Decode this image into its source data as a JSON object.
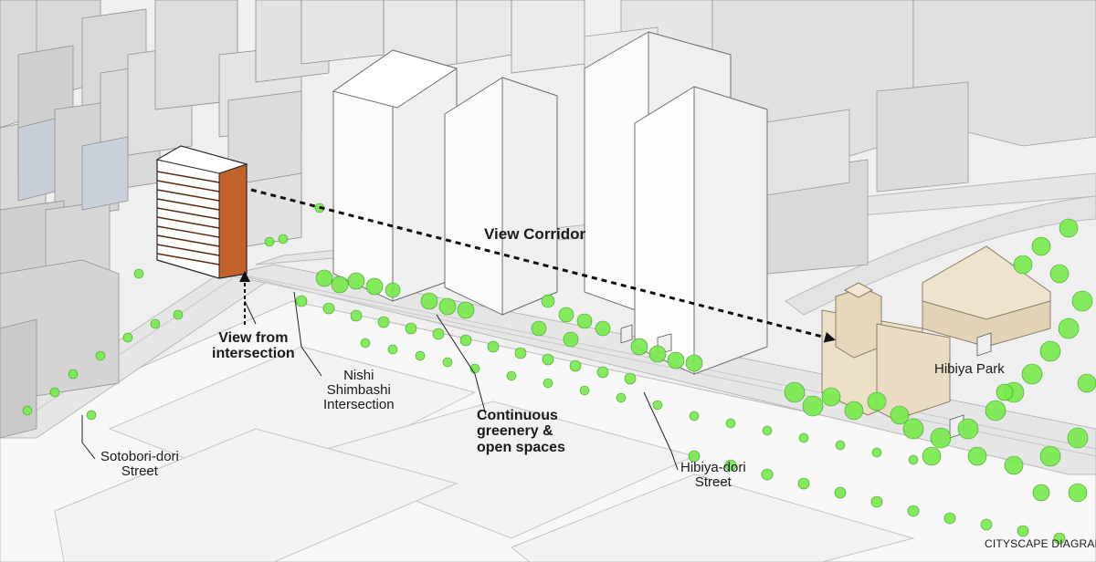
{
  "labels": {
    "view_corridor": "View Corridor",
    "view_from": [
      "View from",
      "intersection"
    ],
    "nishi": [
      "Nishi",
      "Shimbashi",
      "Intersection"
    ],
    "greenery": [
      "Continuous",
      "greenery &",
      "open spaces"
    ],
    "sotobori": [
      "Sotobori-dori",
      "Street"
    ],
    "hibiya_street": [
      "Hibiya-dori",
      "Street"
    ],
    "hibiya_park": "Hibiya Park"
  },
  "caption": "CITYSCAPE DIAGRAM",
  "colors": {
    "background": "#f4f4f4",
    "existing_building": "#d8d8d8",
    "new_tower": "#ffffff",
    "facade_accent": "#b8541e",
    "greenery": "#7aea4e",
    "historic_building": "#ece0c8",
    "arrow": "#111111"
  }
}
